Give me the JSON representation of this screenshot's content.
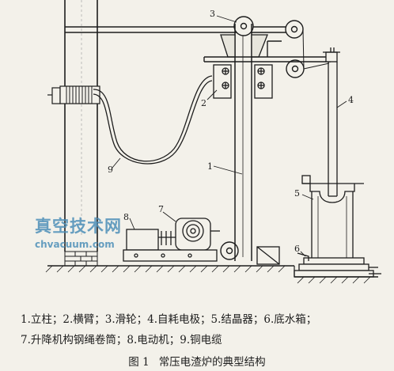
{
  "labels": {
    "l1": "1",
    "l2": "2",
    "l3": "3",
    "l4": "4",
    "l5": "5",
    "l6": "6",
    "l7": "7",
    "l8": "8",
    "l9": "9"
  },
  "watermark": {
    "site_name": "真空技术网",
    "url": "chvacuum.com"
  },
  "legend": {
    "line1": "1.立柱；2.横臂；3.滑轮；4.自耗电极；5.结晶器；6.底水箱；",
    "line2": "7.升降机构钢绳卷筒；8.电动机；9.铜电缆"
  },
  "caption": {
    "number": "图 1",
    "title": "常压电渣炉的典型结构"
  }
}
